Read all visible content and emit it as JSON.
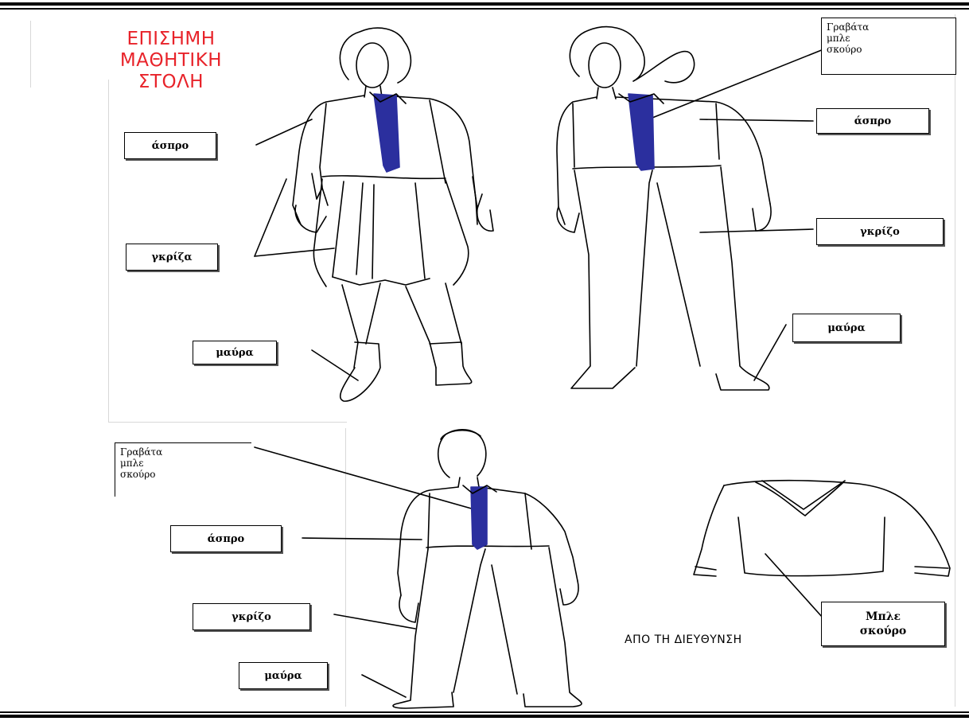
{
  "title": [
    "ΕΠΙΣΗΜΗ",
    "ΜΑΘΗΤΙΚΗ",
    "ΣΤΟΛΗ"
  ],
  "labels": {
    "girl_skirt_shirt": "άσπρο",
    "girl_skirt_skirt": "γκρίζα",
    "girl_skirt_shoes": "μαύρα",
    "girl_pants_tie": [
      "Γραβάτα",
      "μπλε",
      "σκούρο"
    ],
    "girl_pants_shirt": "άσπρο",
    "girl_pants_trousers": "γκρίζο",
    "girl_pants_shoes": "μαύρα",
    "boy_tie": [
      "Γραβάτα",
      "μπλε",
      "σκούρο"
    ],
    "boy_shirt": "άσπρο",
    "boy_trousers": "γκρίζο",
    "boy_shoes": "μαύρα",
    "sweater": [
      "Μπλε",
      "σκούρο"
    ]
  },
  "footer": "ΑΠΟ ΤΗ ΔΙΕΥΘΥΝΣΗ",
  "colors": {
    "title": "#e8232a",
    "tie": "#2b2f9e",
    "line": "#000000"
  }
}
